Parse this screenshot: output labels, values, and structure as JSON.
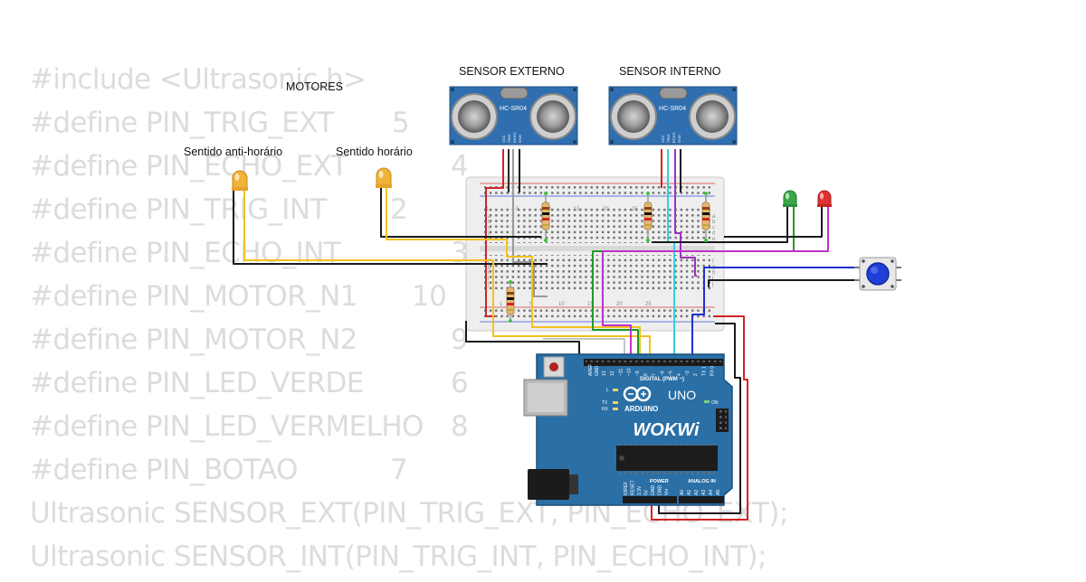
{
  "code_lines": [
    {
      "text": "#include <Ultrasonic.h>",
      "value": ""
    },
    {
      "text": "#define PIN_TRIG_EXT",
      "value": "5"
    },
    {
      "text": "#define PIN_ECHO_EXT",
      "value": "4"
    },
    {
      "text": "#define PIN_TRIG_INT",
      "value": "2"
    },
    {
      "text": "#define PIN_ECHO_INT",
      "value": "3"
    },
    {
      "text": "#define PIN_MOTOR_N1",
      "value": "10"
    },
    {
      "text": "#define PIN_MOTOR_N2",
      "value": "9"
    },
    {
      "text": "#define PIN_LED_VERDE",
      "value": "6"
    },
    {
      "text": "#define PIN_LED_VERMELHO",
      "value": "8"
    },
    {
      "text": "#define PIN_BOTAO",
      "value": "7"
    },
    {
      "text": "Ultrasonic SENSOR_EXT(PIN_TRIG_EXT, PIN_ECHO_EXT);",
      "value": ""
    },
    {
      "text": "Ultrasonic SENSOR_INT(PIN_TRIG_INT, PIN_ECHO_INT);",
      "value": ""
    }
  ],
  "labels": {
    "motores": "MOTORES",
    "anti_horario": "Sentido anti-horário",
    "horario": "Sentido horário",
    "sensor_externo": "SENSOR EXTERNO",
    "sensor_interno": "SENSOR INTERNO"
  },
  "sensor": {
    "model": "HC-SR04",
    "pins": [
      "VCC",
      "TRIG",
      "ECHO",
      "GND"
    ]
  },
  "breadboard": {
    "columns": [
      "1",
      "5",
      "10",
      "15",
      "20",
      "25"
    ],
    "rows_top": [
      "a",
      "b",
      "c",
      "d",
      "e"
    ],
    "rows_bottom": [
      "f",
      "g",
      "h",
      "i",
      "j"
    ]
  },
  "arduino": {
    "brand": "ARDUINO",
    "model": "UNO",
    "maker": "WOKWi",
    "digital_label": "DIGITAL (PWM ~)",
    "power_label": "POWER",
    "analog_label": "ANALOG IN",
    "on_label": "ON",
    "tx_label": "TX",
    "rx_label": "RX",
    "l_label": "L",
    "aref_label": "AREF",
    "gnd_label": "GND",
    "digital_pins": [
      "13",
      "12",
      "~11",
      "~10",
      "~9",
      "8",
      "7",
      "~6",
      "~5",
      "4",
      "~3",
      "2",
      "TX 1",
      "RX 0"
    ],
    "power_pins": [
      "IOREF",
      "RESET",
      "3.3V",
      "5V",
      "GND",
      "GND",
      "Vin"
    ],
    "analog_pins": [
      "A0",
      "A1",
      "A2",
      "A3",
      "A4",
      "A5"
    ]
  },
  "colors": {
    "led_motor": "#f0b33a",
    "led_green": "#3aa84a",
    "led_red": "#e0312f",
    "button_cap": "#1f3fd6",
    "arduino_board": "#2a6fa6",
    "sensor_board": "#2f6fb0"
  }
}
